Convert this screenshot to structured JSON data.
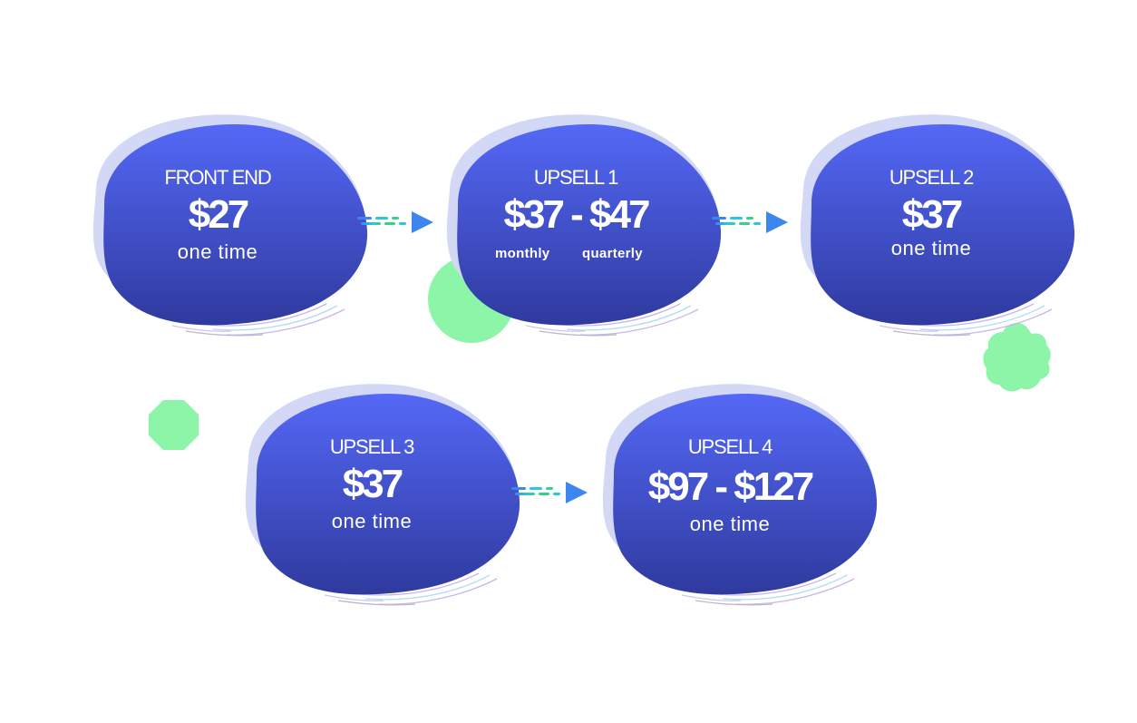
{
  "steps": [
    {
      "title": "FRONT END",
      "price": "$27",
      "note": "one time"
    },
    {
      "title": "UPSELL 1",
      "price": "$37 - $47",
      "sub_left": "monthly",
      "sub_right": "quarterly"
    },
    {
      "title": "UPSELL 2",
      "price": "$37",
      "note": "one time"
    },
    {
      "title": "UPSELL 3",
      "price": "$37",
      "note": "one time"
    },
    {
      "title": "UPSELL 4",
      "price": "$97 - $127",
      "note": "one time"
    }
  ],
  "colors": {
    "blob_top": "#5468f6",
    "blob_bottom": "#2f3a9e",
    "blob_shadow": "#d3d8f7",
    "arrow": "#3d86f0",
    "dash_cyan": "#28c7e8",
    "dash_green": "#36d28c",
    "decor_green": "#8cf5a8"
  }
}
